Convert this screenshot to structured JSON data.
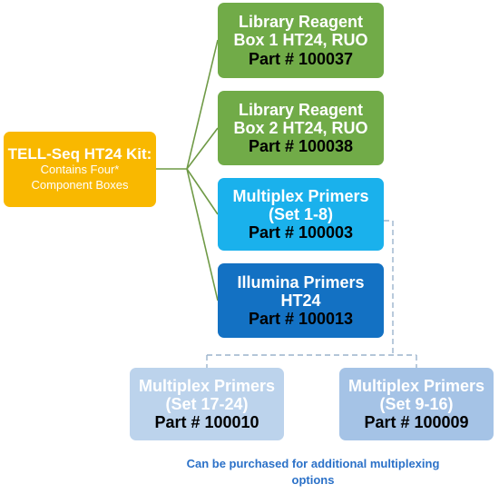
{
  "kit": {
    "title": "TELL-Seq HT24 Kit:",
    "subtitle_1": "Contains Four*",
    "subtitle_2": "Component Boxes",
    "color": "#f9b800"
  },
  "components": [
    {
      "line1": "Library Reagent",
      "line2": "Box 1 HT24, RUO",
      "part": "Part # 100037",
      "color": "#71ab48"
    },
    {
      "line1": "Library Reagent",
      "line2": "Box 2 HT24, RUO",
      "part": "Part # 100038",
      "color": "#71ab48"
    },
    {
      "line1": "Multiplex Primers",
      "line2": "(Set 1-8)",
      "part": "Part # 100003",
      "color": "#1ab1ec"
    },
    {
      "line1": "Illumina Primers",
      "line2": "HT24",
      "part": "Part # 100013",
      "color": "#1371c3"
    }
  ],
  "optional": [
    {
      "line1": "Multiplex Primers",
      "line2": "(Set 17-24)",
      "part": "Part # 100010",
      "color": "#bcd3ec"
    },
    {
      "line1": "Multiplex Primers",
      "line2": "(Set 9-16)",
      "part": "Part # 100009",
      "color": "#a5c3e6"
    }
  ],
  "footnote": {
    "line1": "Can be purchased for additional multiplexing",
    "line2": "options",
    "color": "#2b71c8"
  },
  "connector_colors": {
    "solid": "#6f9a46",
    "dashed": "#9bb3cc"
  }
}
